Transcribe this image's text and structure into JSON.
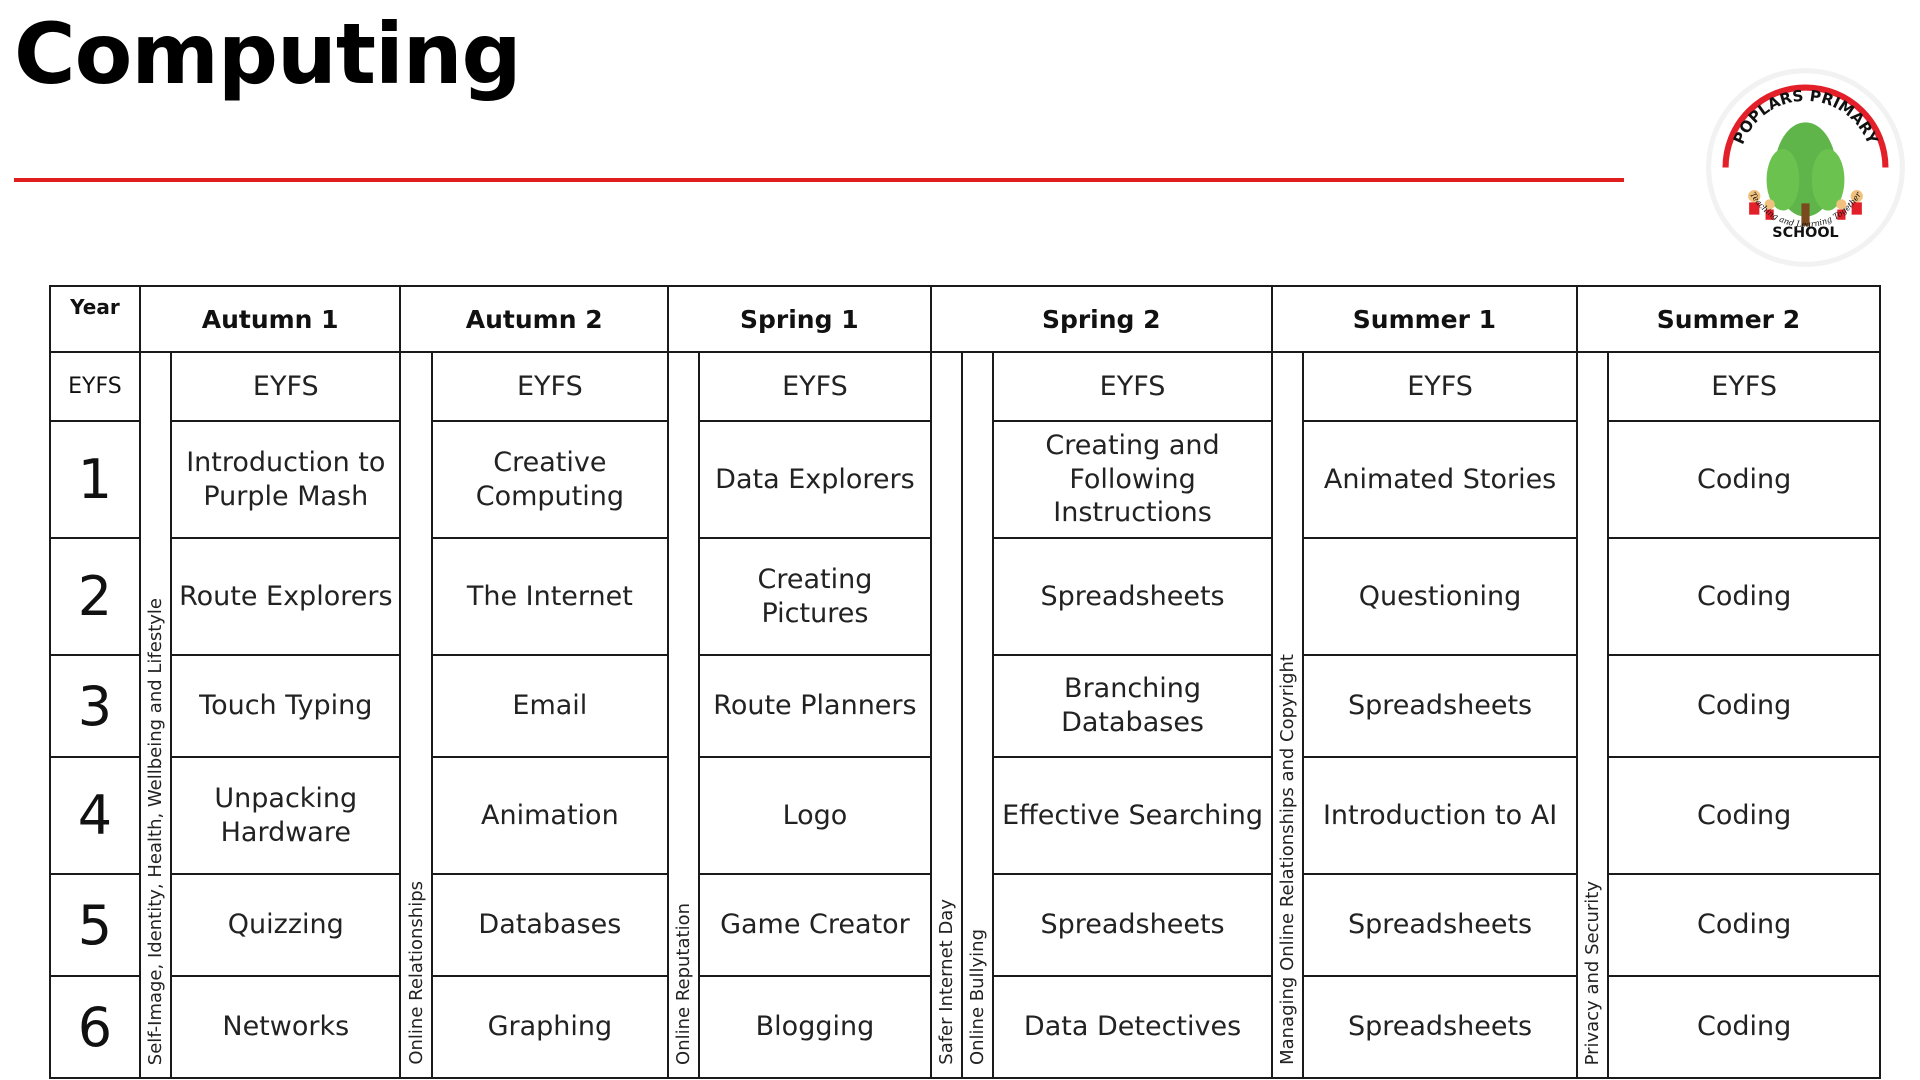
{
  "header": {
    "title": "Computing"
  },
  "logo": {
    "top_text": "POPLARS PRIMARY",
    "bottom_text": "SCHOOL",
    "motto": "Teaching and Learning Together",
    "colors": {
      "ring": "#e3202a",
      "tree": "#5fb54a",
      "trunk": "#7a4a1e",
      "text": "#111111"
    }
  },
  "table": {
    "year_header": "Year",
    "terms": [
      "Autumn 1",
      "Autumn 2",
      "Spring 1",
      "Spring 2",
      "Summer 1",
      "Summer 2"
    ],
    "themes": [
      "Self-Image, Identity, Health, Wellbeing and Lifestyle",
      "Online Relationships",
      "Online Reputation",
      "Safer Internet Day",
      "Online Bullying",
      "Managing Online Relationships and Copyright",
      "Privacy and Security"
    ],
    "rows": [
      {
        "year": "EYFS",
        "cells": [
          "EYFS",
          "EYFS",
          "EYFS",
          "EYFS",
          "EYFS",
          "EYFS"
        ]
      },
      {
        "year": "1",
        "cells": [
          "Introduction to Purple Mash",
          "Creative Computing",
          "Data Explorers",
          "Creating and Following Instructions",
          "Animated Stories",
          "Coding"
        ]
      },
      {
        "year": "2",
        "cells": [
          "Route Explorers",
          "The Internet",
          "Creating Pictures",
          "Spreadsheets",
          "Questioning",
          "Coding"
        ]
      },
      {
        "year": "3",
        "cells": [
          "Touch Typing",
          "Email",
          "Route Planners",
          "Branching Databases",
          "Spreadsheets",
          "Coding"
        ]
      },
      {
        "year": "4",
        "cells": [
          "Unpacking Hardware",
          "Animation",
          "Logo",
          "Effective Searching",
          "Introduction to AI",
          "Coding"
        ]
      },
      {
        "year": "5",
        "cells": [
          "Quizzing",
          "Databases",
          "Game Creator",
          "Spreadsheets",
          "Spreadsheets",
          "Coding"
        ]
      },
      {
        "year": "6",
        "cells": [
          "Networks",
          "Graphing",
          "Blogging",
          "Data Detectives",
          "Spreadsheets",
          "Coding"
        ]
      }
    ]
  }
}
